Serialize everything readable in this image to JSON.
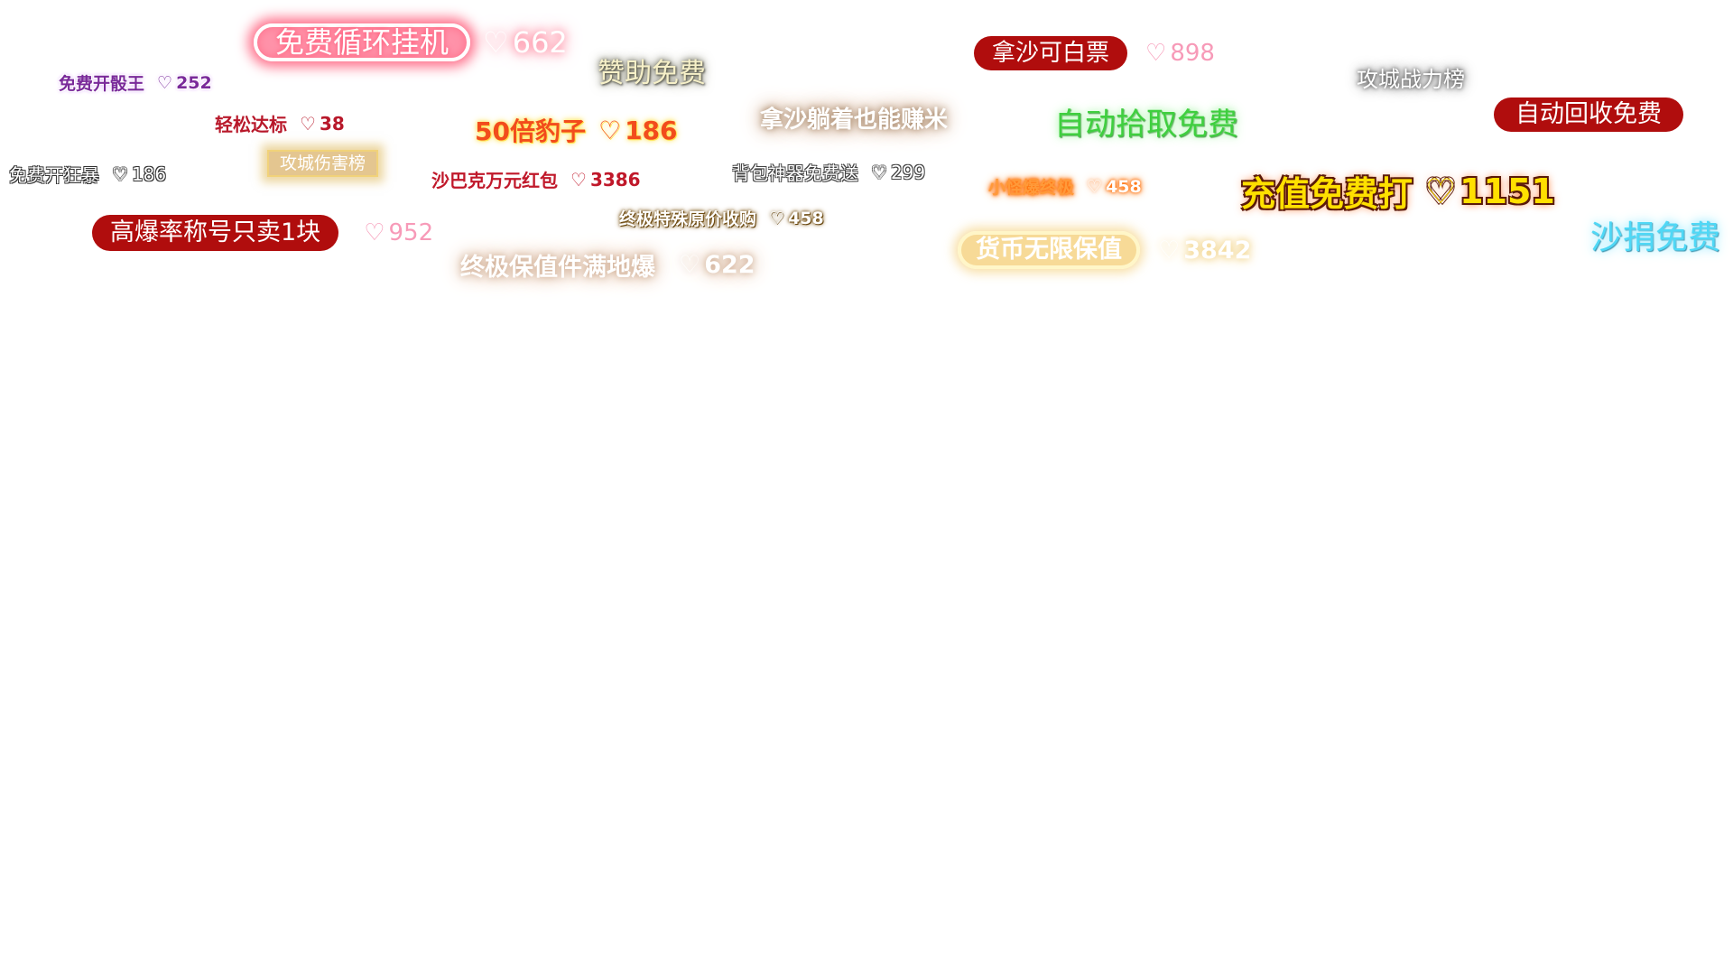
{
  "danmaku": [
    {
      "id": "d1",
      "text": "免费循环挂机",
      "likes": "662"
    },
    {
      "id": "d2",
      "text": "免费开骰王",
      "likes": "252"
    },
    {
      "id": "d3",
      "text": "赞助免费",
      "likes": ""
    },
    {
      "id": "d4",
      "text": "轻松达标",
      "likes": "38"
    },
    {
      "id": "d5",
      "text": "50倍豹子",
      "likes": "186"
    },
    {
      "id": "d6",
      "text": "拿沙躺着也能赚米",
      "likes": ""
    },
    {
      "id": "d7",
      "text": "拿沙可白票",
      "likes": "898"
    },
    {
      "id": "d8",
      "text": "自动拾取免费",
      "likes": ""
    },
    {
      "id": "d9",
      "text": "攻城战力榜",
      "likes": ""
    },
    {
      "id": "d10",
      "text": "自动回收免费",
      "likes": ""
    },
    {
      "id": "d11",
      "text": "免费开狂暴",
      "likes": "186"
    },
    {
      "id": "d12",
      "text": "攻城伤害榜",
      "likes": ""
    },
    {
      "id": "d13",
      "text": "沙巴克万元红包",
      "likes": "3386"
    },
    {
      "id": "d14",
      "text": "背包神器免费送",
      "likes": "299"
    },
    {
      "id": "d15",
      "text": "小怪爆终极",
      "likes": "458"
    },
    {
      "id": "d16",
      "text": "充值免费打",
      "likes": "1151"
    },
    {
      "id": "d17",
      "text": "终极特殊原价收购",
      "likes": "458"
    },
    {
      "id": "d18",
      "text": "高爆率称号只卖1块",
      "likes": "952"
    },
    {
      "id": "d19",
      "text": "终极保值件满地爆",
      "likes": "622"
    },
    {
      "id": "d20",
      "text": "货币无限保值",
      "likes": "3842"
    },
    {
      "id": "d21",
      "text": "沙捐免费",
      "likes": ""
    }
  ],
  "icons": {
    "heart": "heart-outline-icon"
  },
  "colors": {
    "red_pill": "#b00d0d",
    "pink_heart": "#f79ab8",
    "green_text": "#3fcf3f",
    "cyan_text": "#4fd8f6",
    "yellow_text": "#ffe000"
  }
}
